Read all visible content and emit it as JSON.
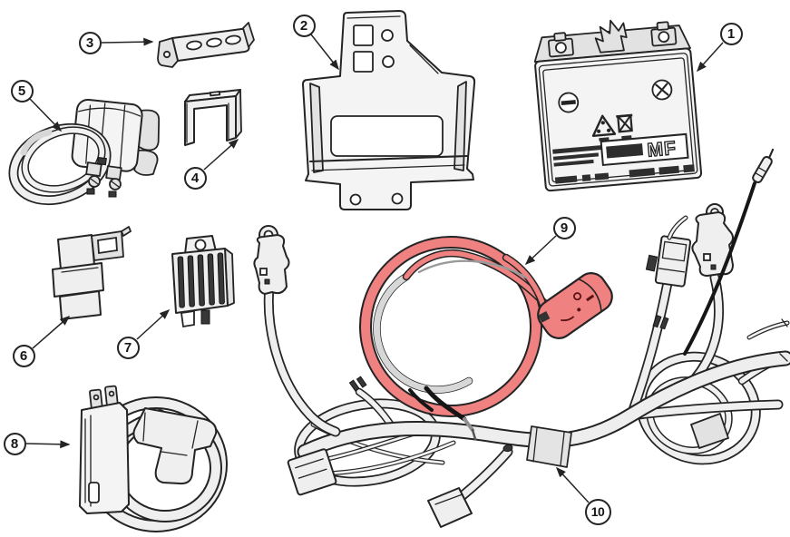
{
  "meta": {
    "kind": "electrical-parts-diagram",
    "style": "line-art-sketch"
  },
  "colors": {
    "background": "#ffffff",
    "line": "#242424",
    "highlight": "#ef8181",
    "fill": "#efefef"
  },
  "battery_markings": {
    "mf": "MF"
  },
  "callouts": [
    {
      "number": "1",
      "part": "battery"
    },
    {
      "number": "2",
      "part": "battery-tray-bracket"
    },
    {
      "number": "3",
      "part": "l-bracket"
    },
    {
      "number": "4",
      "part": "u-bracket"
    },
    {
      "number": "5",
      "part": "starter-relay"
    },
    {
      "number": "6",
      "part": "cdi-unit"
    },
    {
      "number": "7",
      "part": "regulator-rectifier"
    },
    {
      "number": "8",
      "part": "ignition-coil"
    },
    {
      "number": "9",
      "part": "handlebar-switch-wire-highlighted"
    },
    {
      "number": "10",
      "part": "wiring-harness"
    }
  ]
}
